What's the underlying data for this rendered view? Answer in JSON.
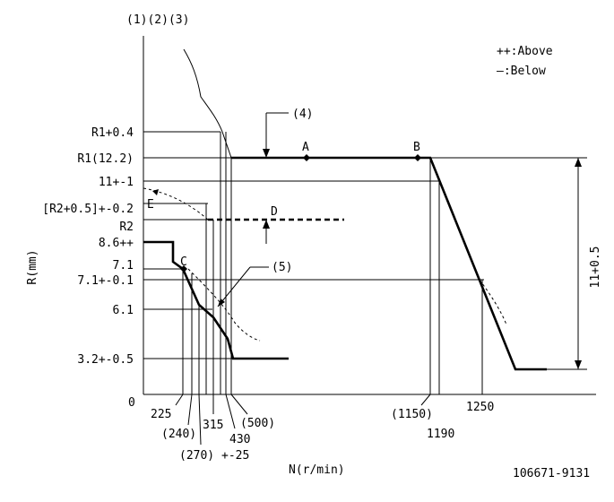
{
  "diagram": {
    "header_label": "(1)(2)(3)",
    "legend": {
      "above": "++:Above",
      "below": "—:Below"
    },
    "y_axis_title": "R(mm)",
    "x_axis_title": "N(r/min)",
    "origin": "0",
    "y_labels": {
      "r1_plus": "R1+0.4",
      "r1": "R1(12.2)",
      "eleven": "11+-1",
      "r2_plus": "[R2+0.5]+-0.2",
      "r2": "R2",
      "eight_six": "8.6++",
      "seven_one": "7.1",
      "seven_one_tol": "7.1+-0.1",
      "six_one": "6.1",
      "three_two": "3.2+-0.5"
    },
    "x_labels": {
      "n225": "225",
      "n240": "(240)",
      "n315": "315",
      "n270": "(270)",
      "tol25": "+-25",
      "n430": "430",
      "n500": "(500)",
      "n1150": "(1150)",
      "n1190": "1190",
      "n1250": "1250"
    },
    "points": {
      "a": "A",
      "b": "B",
      "c": "C",
      "d": "D",
      "e": "E"
    },
    "notes": {
      "n4": "(4)",
      "n5": "(5)"
    },
    "right_dimension": "11+0.5",
    "code": "106671-9131"
  }
}
